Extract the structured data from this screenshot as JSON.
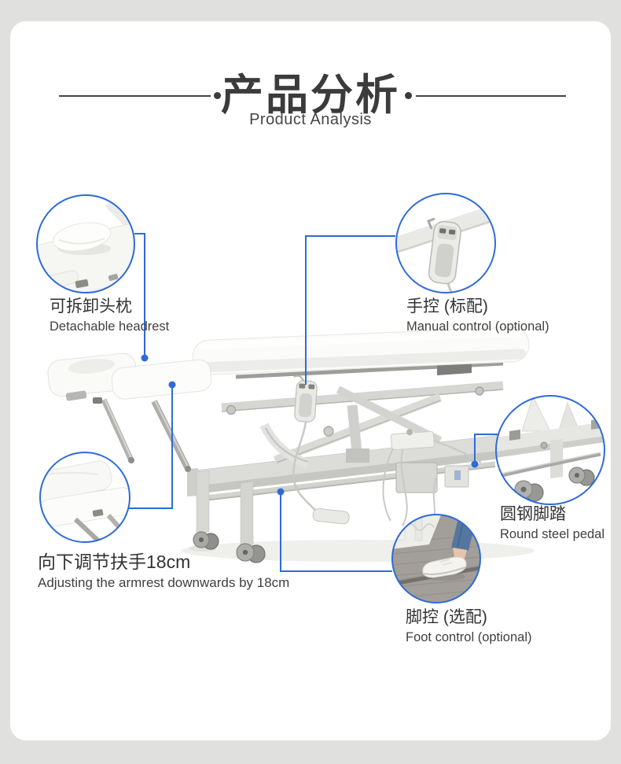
{
  "meta": {
    "page_bg": "#e0e0de",
    "card_bg": "#ffffff",
    "accent_blue": "#2f6bd5",
    "title_color": "#3b3b3b",
    "text_color": "#333333"
  },
  "header": {
    "title_cn": "产品分析",
    "title_en": "Product Analysis"
  },
  "callouts": [
    {
      "id": "detachable-headrest",
      "label_cn": "可拆卸头枕",
      "label_en": "Detachable headrest"
    },
    {
      "id": "manual-control",
      "label_cn": "手控 (标配)",
      "label_en": "Manual control (optional)"
    },
    {
      "id": "armrest-adjust",
      "label_cn": "向下调节扶手18cm",
      "label_en": "Adjusting the armrest downwards by 18cm"
    },
    {
      "id": "round-steel-pedal",
      "label_cn": "圆钢脚踏",
      "label_en": "Round steel pedal"
    },
    {
      "id": "foot-control",
      "label_cn": "脚控 (选配)",
      "label_en": "Foot control (optional)"
    }
  ]
}
